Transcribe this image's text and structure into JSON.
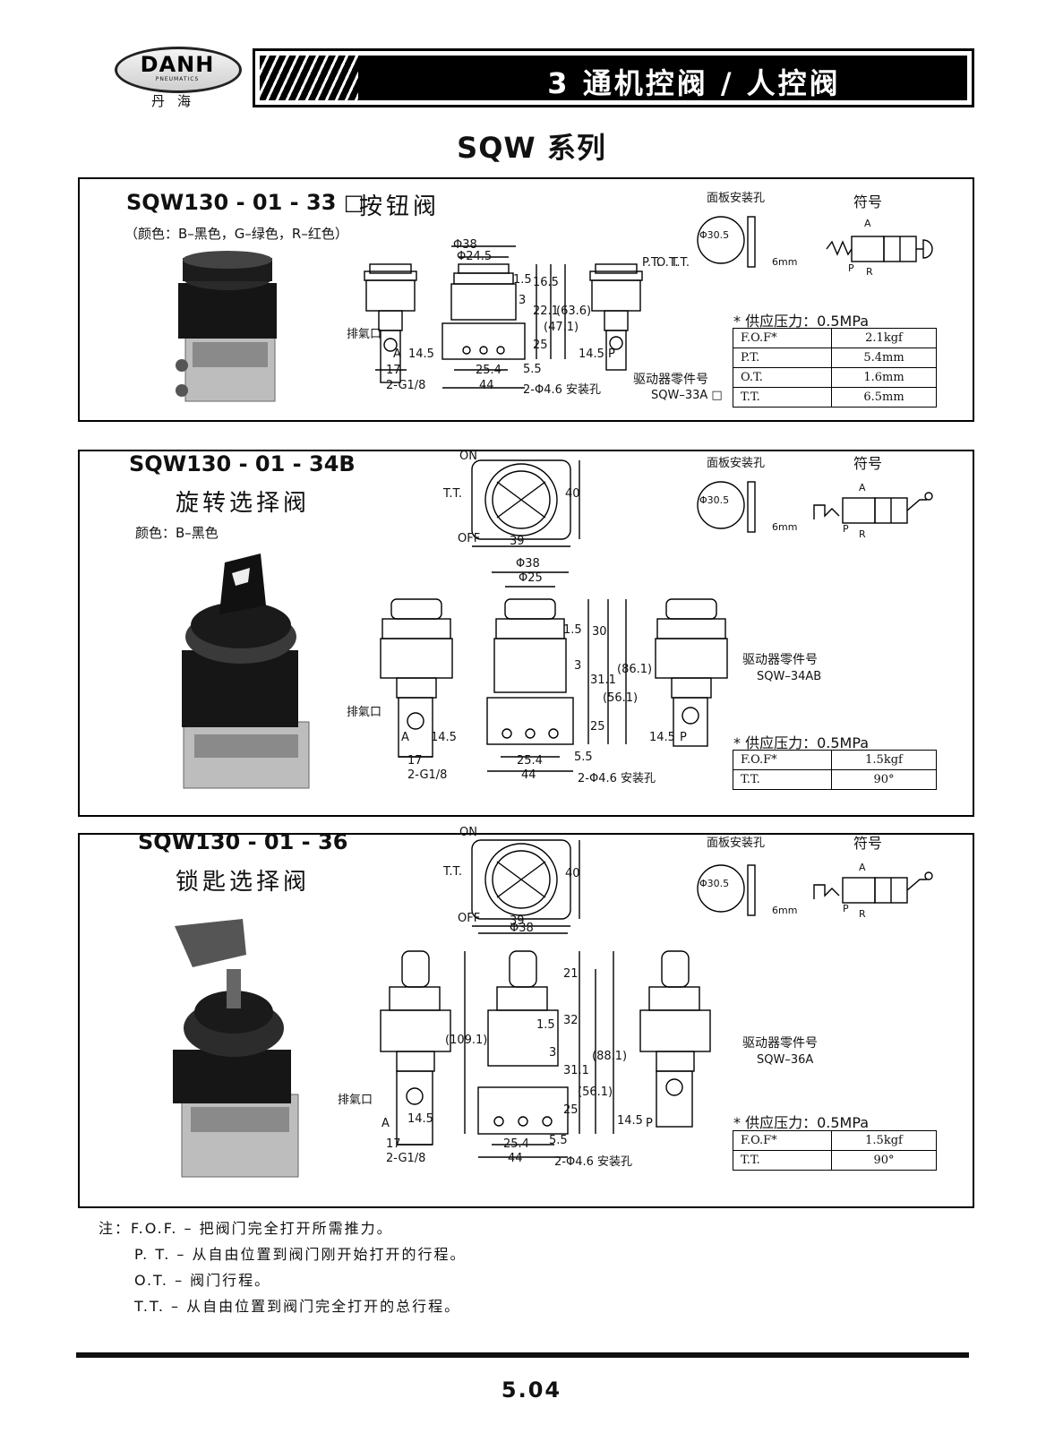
{
  "header": {
    "logo_text": "DANH",
    "logo_sub": "PNEUMATICS",
    "logo_cn": "丹海",
    "title": "3 通机控阀 / 人控阀",
    "series": "SQW 系列"
  },
  "common": {
    "panel_hole": "面板安装孔",
    "symbol": "符号",
    "actuator_part": "驱动器零件号",
    "hole_dia": "Φ30.5",
    "panel_thick": "6mm",
    "exhaust": "排氣口",
    "port_a": "A",
    "port_p": "P",
    "port_r": "R",
    "mount_holes": "2-Φ4.6 安装孔",
    "g18": "2-G1/8",
    "on": "ON",
    "off": "OFF",
    "tt": "T.T."
  },
  "products": [
    {
      "model": "SQW130 - 01 - 33 □",
      "name": "按钮阀",
      "color": "（颜色：B–黑色，G–绿色，R–红色）",
      "actuator": "SQW–33A □",
      "pressure": "* 供应压力：0.5MPa",
      "specs": [
        {
          "k": "F.O.F*",
          "v": "2.1kgf"
        },
        {
          "k": "P.T.",
          "v": "5.4mm"
        },
        {
          "k": "O.T.",
          "v": "1.6mm"
        },
        {
          "k": "T.T.",
          "v": "6.5mm"
        }
      ],
      "dims": {
        "d38": "Φ38",
        "d24": "Φ24.5",
        "w44": "44",
        "w254": "25.4",
        "w17": "17",
        "h145": "14.5",
        "h55": "5.5",
        "h25": "25",
        "h3": "3",
        "h221": "22.1",
        "h471": "(47.1)",
        "h636": "(63.6)",
        "h15": "1.5",
        "h165": "16.5",
        "pt": "P.T.",
        "ot": "O.T.",
        "tt": "T.T."
      }
    },
    {
      "model": "SQW130 - 01 - 34B",
      "name": "旋转选择阀",
      "color": "颜色：B–黑色",
      "actuator": "SQW–34AB",
      "pressure": "* 供应压力：0.5MPa",
      "specs": [
        {
          "k": "F.O.F*",
          "v": "1.5kgf"
        },
        {
          "k": "T.T.",
          "v": "90°"
        }
      ],
      "dims": {
        "top_w": "39",
        "top_h": "40",
        "d38": "Φ38",
        "d25": "Φ25",
        "w44": "44",
        "w254": "25.4",
        "w17": "17",
        "h145": "14.5",
        "h55": "5.5",
        "h25": "25",
        "h3": "3",
        "h311": "31.1",
        "h561": "(56.1)",
        "h861": "(86.1)",
        "h15": "1.5",
        "h30": "30"
      }
    },
    {
      "model": "SQW130 - 01 - 36",
      "name": "锁匙选择阀",
      "actuator": "SQW–36A",
      "pressure": "* 供应压力：0.5MPa",
      "specs": [
        {
          "k": "F.O.F*",
          "v": "1.5kgf"
        },
        {
          "k": "T.T.",
          "v": "90°"
        }
      ],
      "dims": {
        "top_w": "39",
        "top_h": "40",
        "d38": "Φ38",
        "w44": "44",
        "w254": "25.4",
        "w17": "17",
        "h145": "14.5",
        "h55": "5.5",
        "h25": "25",
        "h3": "3",
        "h311": "31.1",
        "h561": "(56.1)",
        "h881": "(88.1)",
        "h1091": "(109.1)",
        "h15": "1.5",
        "h21": "21",
        "h32": "32"
      }
    }
  ],
  "notes": [
    "注：F.O.F. –  把阀门完全打开所需推力。",
    "P. T.   –  从自由位置到阀门刚开始打开的行程。",
    "O.T.    –  阀门行程。",
    "T.T.    –  从自由位置到阀门完全打开的总行程。"
  ],
  "page_number": "5.04"
}
